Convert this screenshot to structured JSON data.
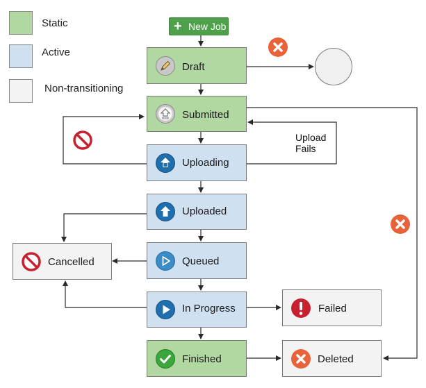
{
  "legend": {
    "static": {
      "label": "Static",
      "color": "#b0d8a0"
    },
    "active": {
      "label": "Active",
      "color": "#cfe0f1"
    },
    "non_transitioning": {
      "label": "Non-transitioning",
      "color": "#f3f3f3"
    }
  },
  "new_job": {
    "label": "New Job",
    "icon": "plus-icon"
  },
  "states": {
    "draft": {
      "label": "Draft",
      "icon": "pencil-icon",
      "kind": "static"
    },
    "submitted": {
      "label": "Submitted",
      "icon": "upload-outline-icon",
      "kind": "static"
    },
    "uploading": {
      "label": "Uploading",
      "icon": "uploading-arrow-icon",
      "kind": "active"
    },
    "uploaded": {
      "label": "Uploaded",
      "icon": "up-arrow-icon",
      "kind": "active"
    },
    "queued": {
      "label": "Queued",
      "icon": "play-outline-icon",
      "kind": "active"
    },
    "in_progress": {
      "label": "In Progress",
      "icon": "play-icon",
      "kind": "active"
    },
    "finished": {
      "label": "Finished",
      "icon": "checkmark-icon",
      "kind": "static"
    },
    "cancelled": {
      "label": "Cancelled",
      "icon": "no-entry-icon",
      "kind": "non_transitioning"
    },
    "failed": {
      "label": "Failed",
      "icon": "exclamation-icon",
      "kind": "non_transitioning"
    },
    "deleted": {
      "label": "Deleted",
      "icon": "x-circle-icon",
      "kind": "non_transitioning"
    }
  },
  "annotations": {
    "upload_fails_line1": "Upload",
    "upload_fails_line2": "Fails"
  },
  "colors": {
    "arrow": "#2a2a2a",
    "error_icon": "#e8623a",
    "cancel_icon": "#c8202f",
    "active_icon": "#1f6fae",
    "success_icon": "#3ba63b"
  }
}
